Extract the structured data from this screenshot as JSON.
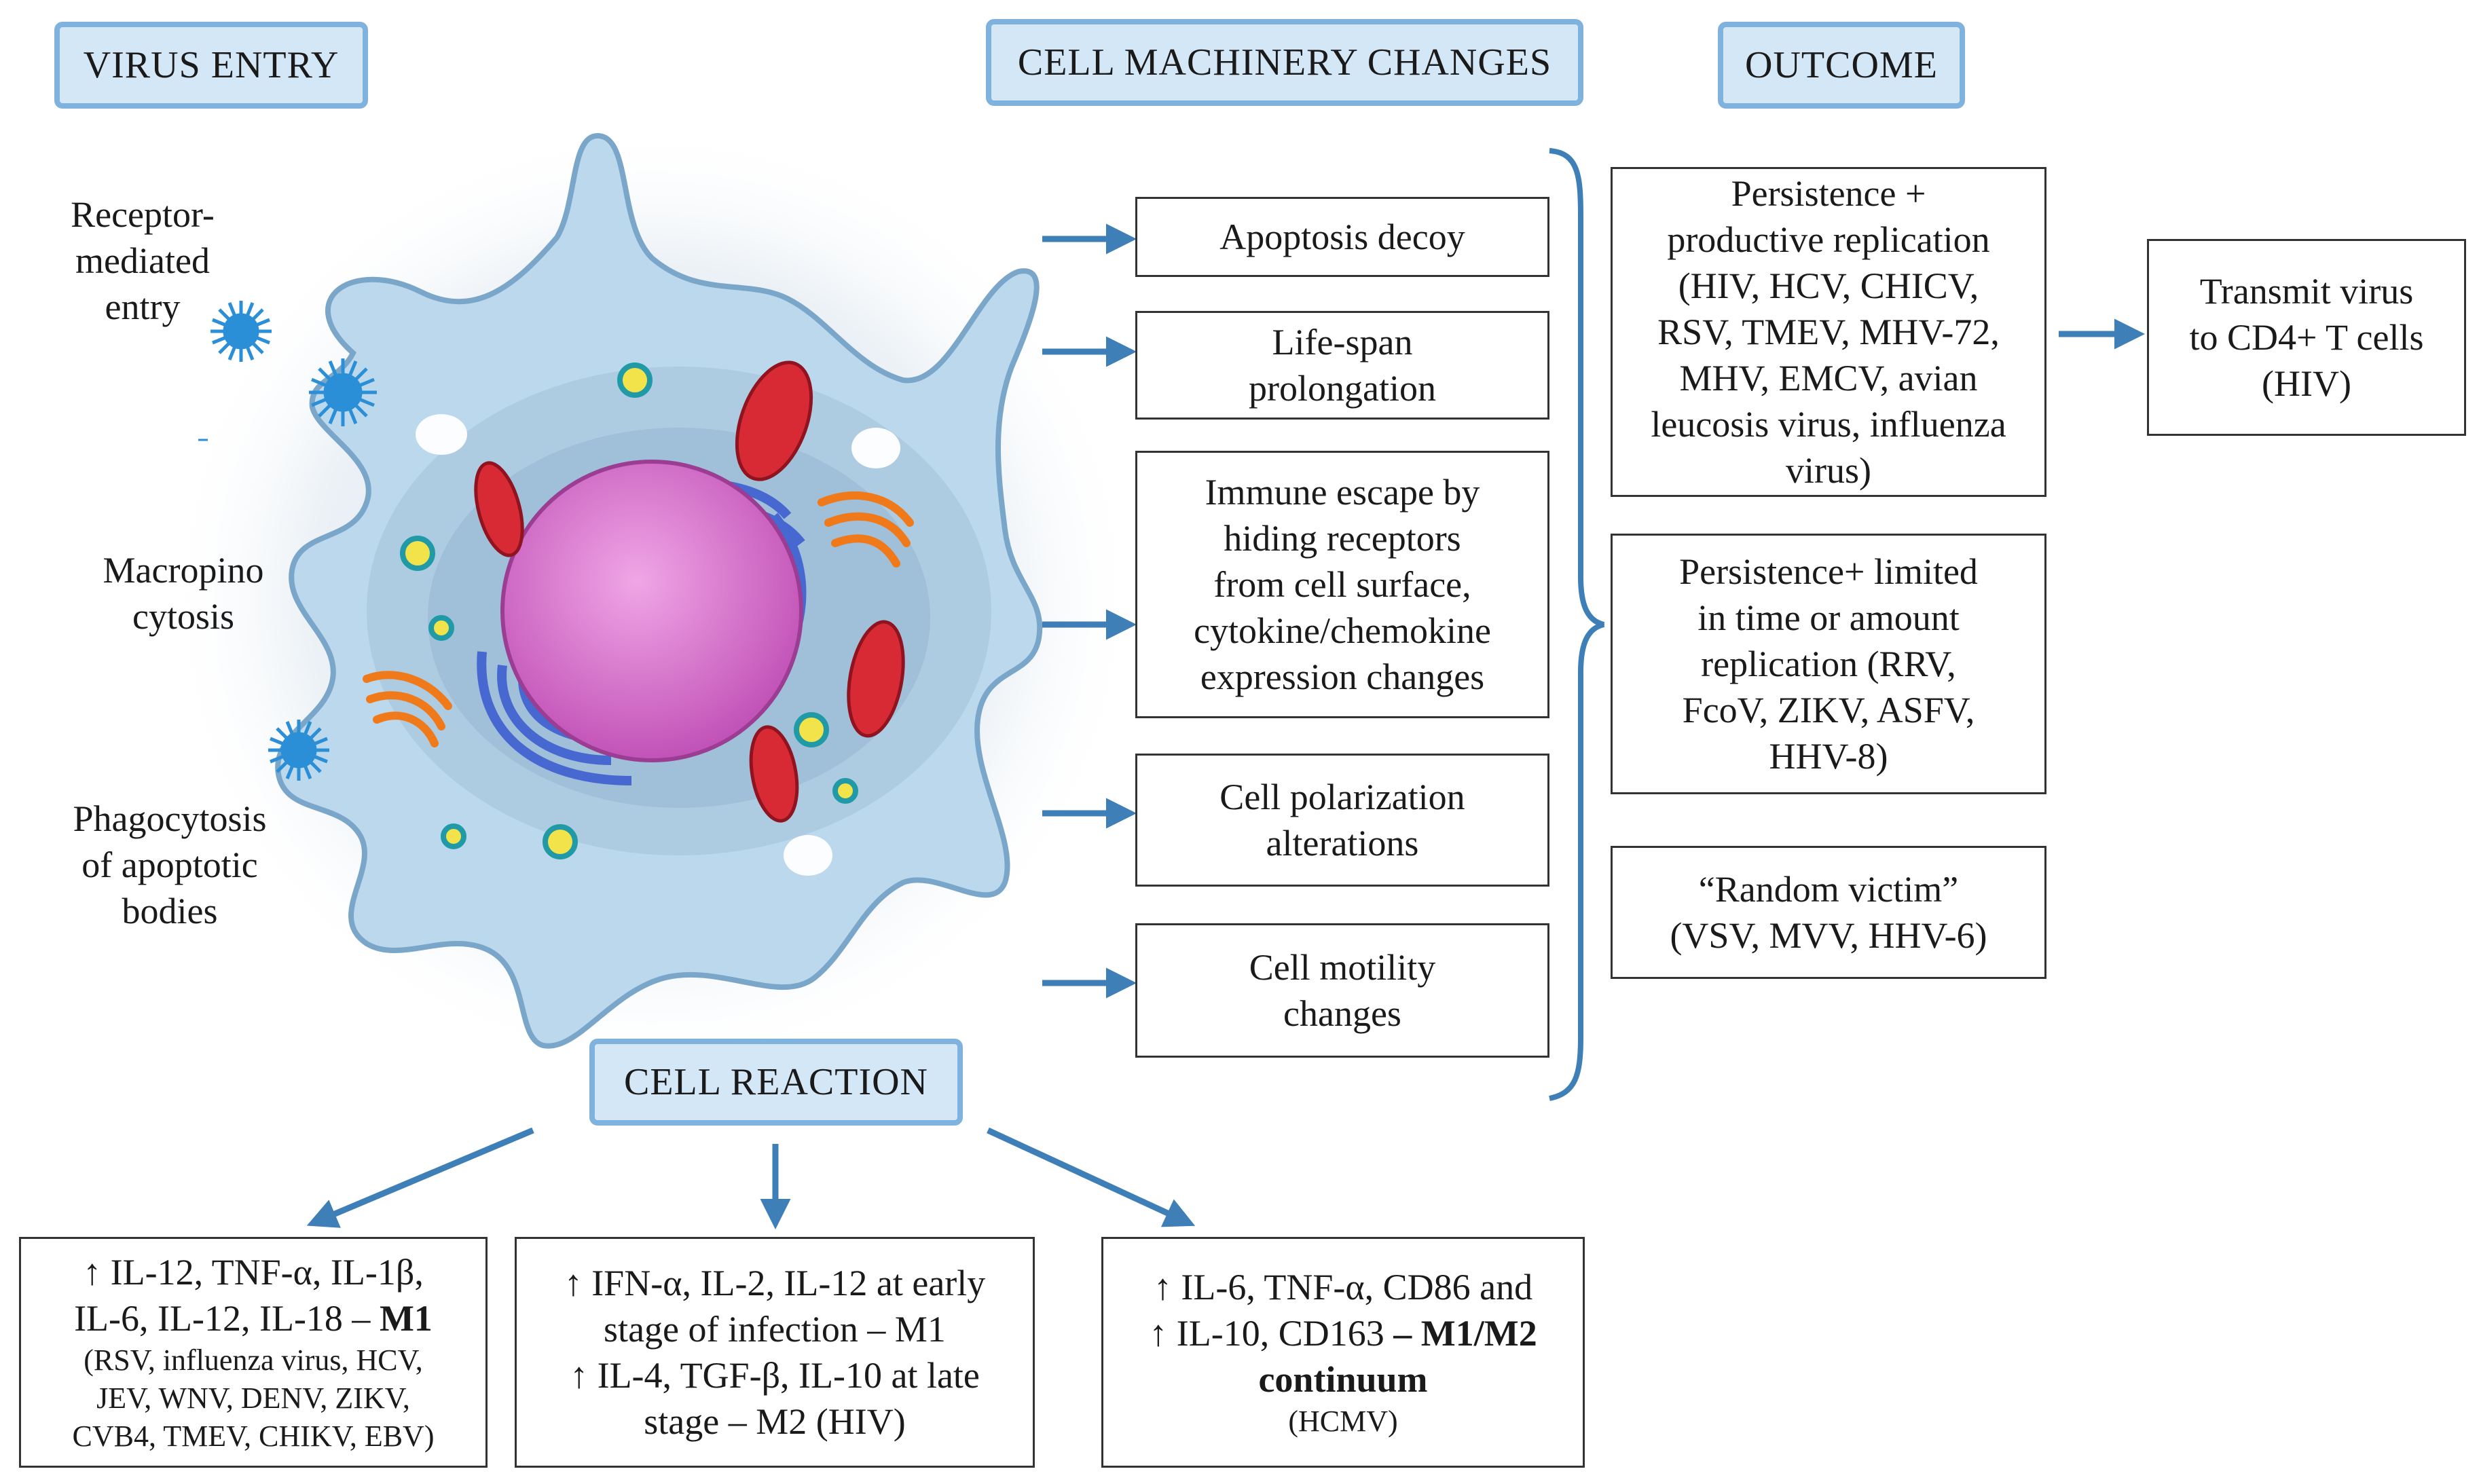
{
  "headers": {
    "virus_entry": "VIRUS ENTRY",
    "cell_machinery_changes": "CELL MACHINERY CHANGES",
    "outcome": "OUTCOME",
    "cell_reaction": "CELL REACTION"
  },
  "entry_routes": [
    "Receptor-",
    "mediated",
    "entry",
    "Macropino",
    "cytosis",
    "Phagocytosis",
    "of apoptotic",
    "bodies"
  ],
  "machinery": [
    [
      "Apoptosis decoy"
    ],
    [
      "Life-span",
      "prolongation"
    ],
    [
      "Immune escape by",
      "hiding receptors",
      "from cell surface,",
      "cytokine/chemokine",
      "expression changes"
    ],
    [
      "Cell polarization",
      "alterations"
    ],
    [
      "Cell motility",
      "changes"
    ]
  ],
  "outcomes": [
    [
      "Persistence +",
      "productive replication",
      "(HIV, HCV, CHICV,",
      "RSV, TMEV, MHV-72,",
      "MHV, EMCV, avian",
      "leucosis virus, influenza",
      "virus)"
    ],
    [
      "Persistence+ limited",
      "in time or amount",
      "replication (RRV,",
      "FcoV, ZIKV, ASFV,",
      "HHV-8)"
    ],
    [
      "“Random victim”",
      "(VSV, MVV, HHV-6)"
    ]
  ],
  "transmit": [
    "Transmit virus",
    "to CD4+ T cells",
    "(HIV)"
  ],
  "reactions": {
    "left": {
      "l1": "↑ IL-12, TNF-α, IL-1β,",
      "l2a": "IL-6, IL-12, IL-18 – ",
      "l2b": "M1",
      "s1": "(RSV, influenza virus,  HCV,",
      "s2": "JEV, WNV, DENV, ZIKV,",
      "s3": "CVB4, TMEV, CHIKV, EBV)"
    },
    "middle": {
      "l1": "↑ IFN-α, IL-2, IL-12 at early",
      "l2": "stage of infection – M1",
      "l3": "↑ IL-4, TGF-β, IL-10 at late",
      "l4": "stage – M2 (HIV)"
    },
    "right": {
      "l1": "↑ IL-6, TNF-α, CD86 and",
      "l2a": "↑ IL-10, CD163 ",
      "l2b": "– M1/M2",
      "l3": "continuum",
      "s1": "(HCMV)"
    }
  },
  "colors": {
    "arrow": "#3d7fb6",
    "header_fill": "#d4e7f6",
    "header_border": "#7fb2dc"
  }
}
